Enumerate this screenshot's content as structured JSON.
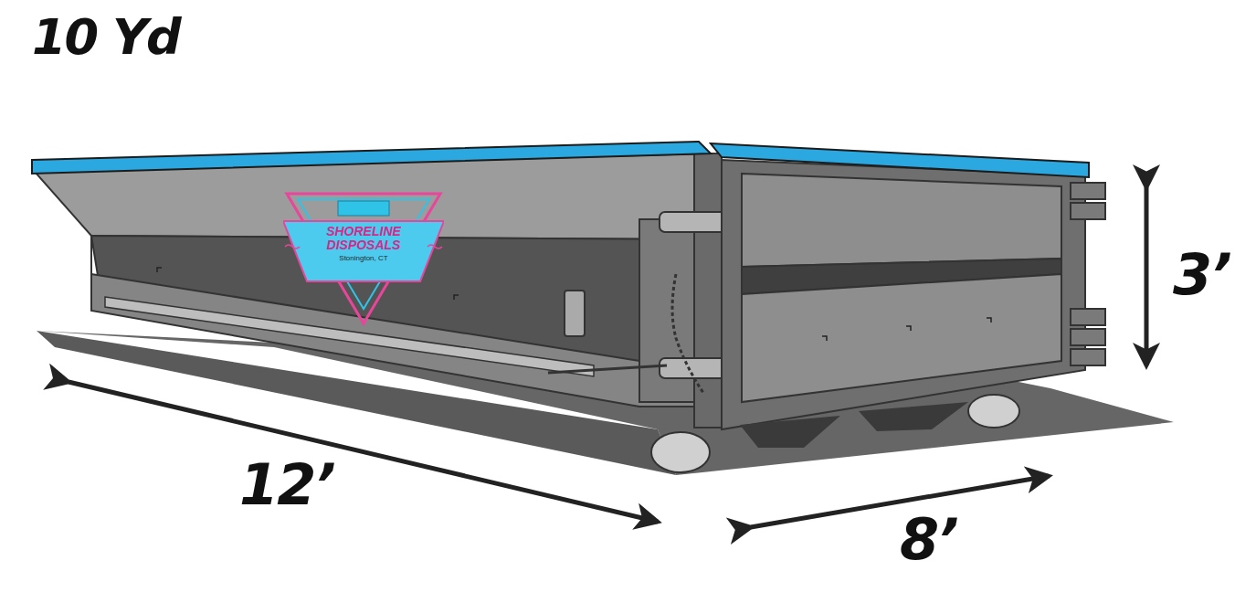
{
  "diagram": {
    "title": "10 Yd",
    "nodes": [
      {
        "text": [
          "SHORELINE DISPOSALS",
          "Stonington, CT"
        ]
      }
    ],
    "labels": [
      "12’",
      "8’",
      "3’"
    ]
  }
}
